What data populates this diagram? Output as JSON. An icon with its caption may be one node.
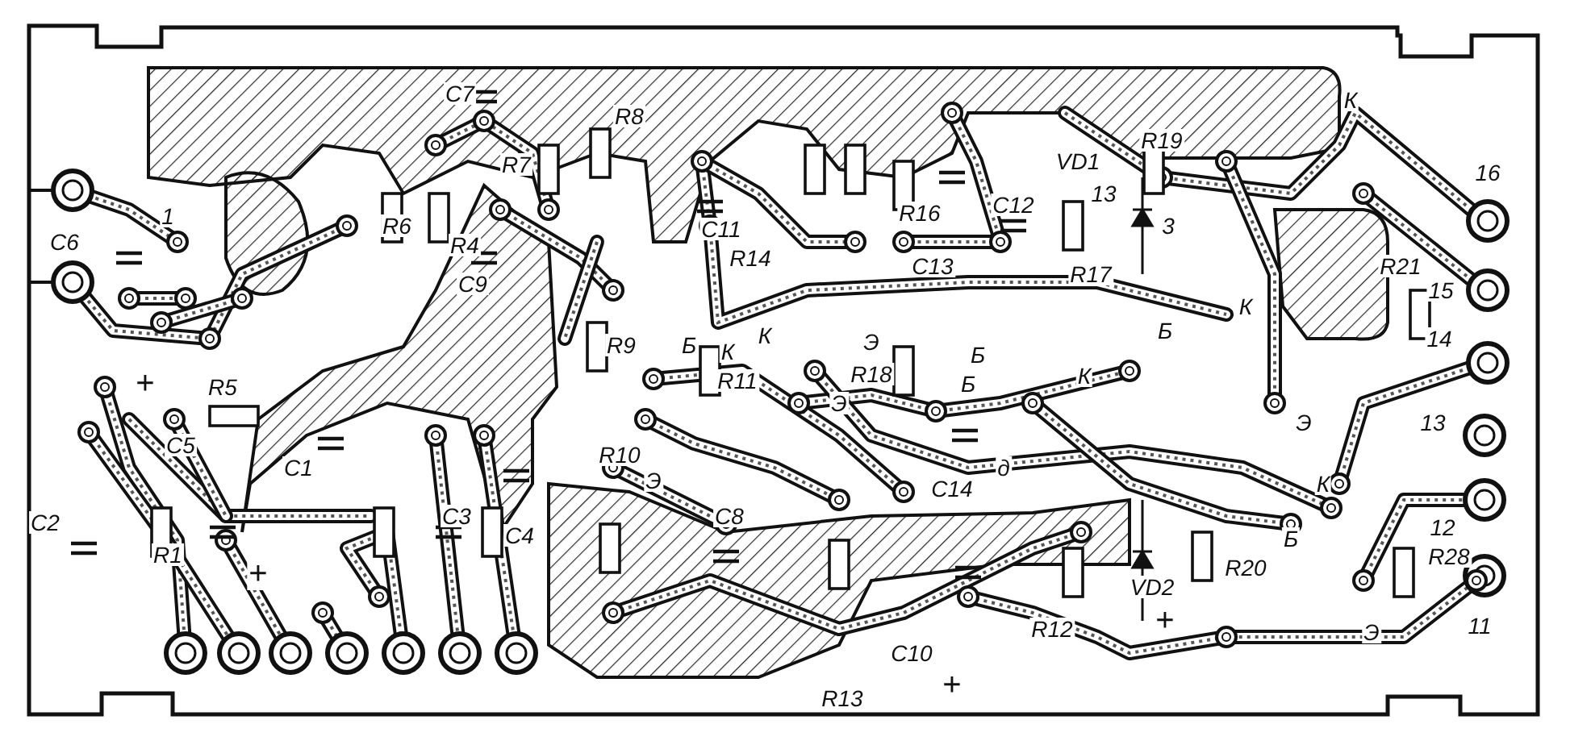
{
  "diagram": {
    "labels": [
      "C7",
      "К",
      "R8",
      "R19",
      "VD1",
      "R7",
      "16",
      "13",
      "C12",
      "R16",
      "1",
      "3",
      "C11",
      "R6",
      "C6",
      "R4",
      "R14",
      "C13",
      "R17",
      "R21",
      "C9",
      "15",
      "К",
      "Б",
      "14",
      "R9",
      "Б",
      "К",
      "К",
      "Э",
      "R11",
      "R18",
      "Б",
      "К",
      "+",
      "R5",
      "Э",
      "13",
      "Э",
      "Б",
      "д",
      "C5",
      "R10",
      "C1",
      "Э",
      "C14",
      "К",
      "C8",
      "C2",
      "C3",
      "R1",
      "C4",
      "12",
      "Б",
      "R28",
      "R20",
      "+",
      "VD2",
      "Э",
      "11",
      "+",
      "R12",
      "C10",
      "+",
      "R13"
    ]
  }
}
